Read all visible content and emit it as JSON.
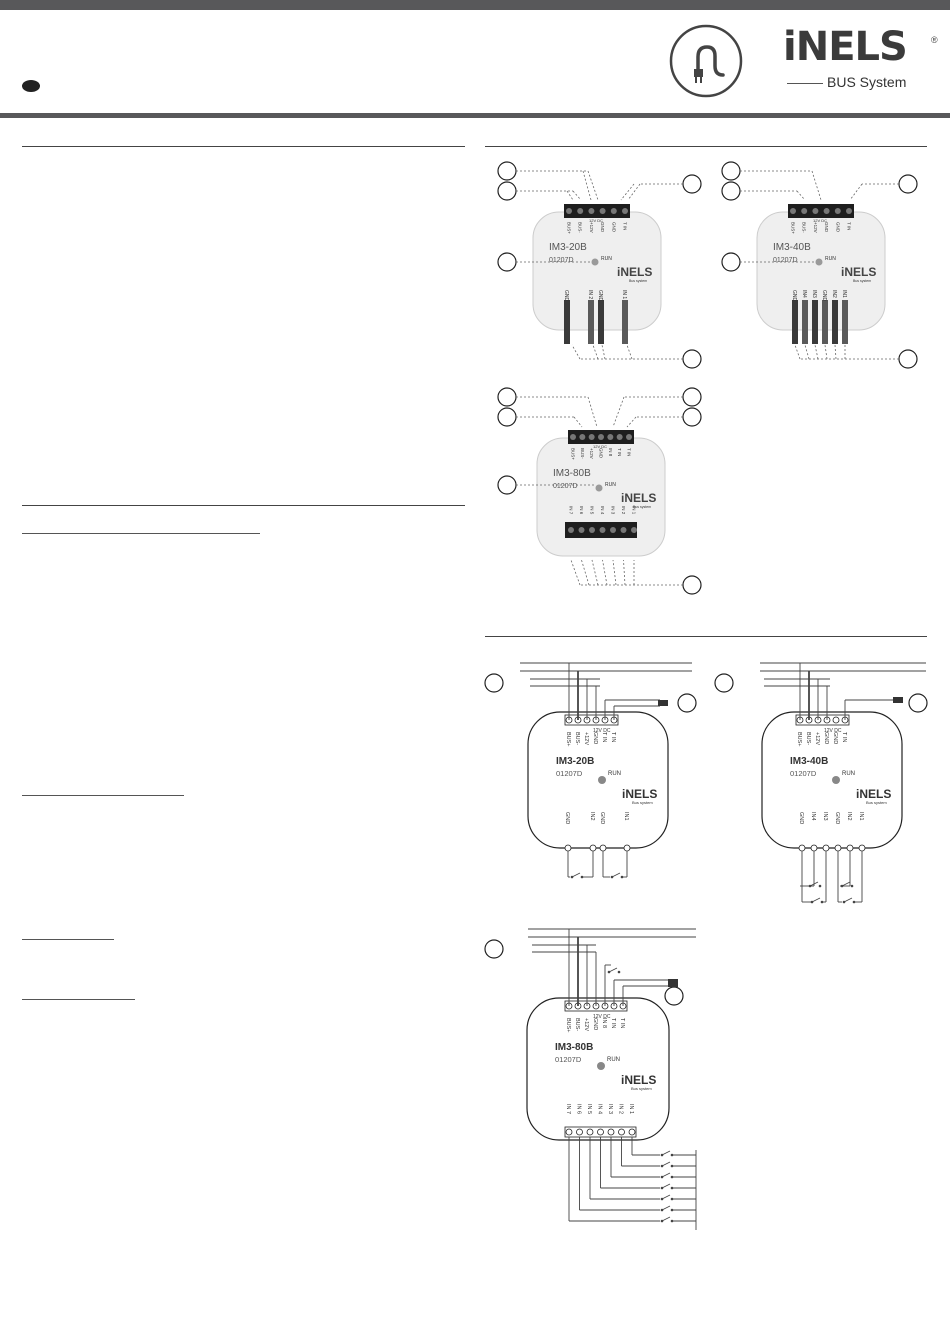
{
  "header": {
    "logo_word": "iNELS",
    "logo_registered": "®",
    "logo_subtitle": "BUS System"
  },
  "icons": {
    "language_dot": "filled-circle",
    "plug": "plug-in-circle-icon"
  },
  "devices": [
    {
      "model": "IM3-20B",
      "code": "01207D",
      "led_label": "RUN",
      "brand": "iNELS",
      "brand_sub": "Bus system",
      "top_terminals": [
        "BUS+",
        "BUS-",
        "+12V",
        "GND",
        "GND",
        "T IN"
      ],
      "top_group_label": "12V DC",
      "bottom_wires": [
        "GND",
        "IN 2",
        "GND",
        "IN 1"
      ]
    },
    {
      "model": "IM3-40B",
      "code": "01207D",
      "led_label": "RUN",
      "brand": "iNELS",
      "brand_sub": "Bus system",
      "top_terminals": [
        "BUS+",
        "BUS-",
        "+12V",
        "GND",
        "GND",
        "T IN"
      ],
      "top_group_label": "12V DC",
      "bottom_wires": [
        "GND",
        "IN4",
        "IN3",
        "GND",
        "IN2",
        "IN1"
      ]
    },
    {
      "model": "IM3-80B",
      "code": "01207D",
      "led_label": "RUN",
      "brand": "iNELS",
      "brand_sub": "Bus system",
      "top_terminals": [
        "BUS+",
        "BUS-",
        "+12V",
        "GND",
        "IN 8",
        "T IN",
        "T IN"
      ],
      "top_group_label": "12V DC",
      "bottom_terminals": [
        "IN 7",
        "IN 6",
        "IN 5",
        "IN 4",
        "IN 3",
        "IN 2",
        "IN 1"
      ]
    }
  ],
  "wiring": [
    {
      "model": "IM3-20B",
      "code": "01207D",
      "led_label": "RUN",
      "brand": "iNELS",
      "brand_sub": "Bus system",
      "top_terminals": [
        "BUS+",
        "BUS-",
        "+12V",
        "GND",
        "T IN",
        "T IN"
      ],
      "top_group_label": "12V DC",
      "bottom_terminals": [
        "GND",
        "IN2",
        "GND",
        "IN1"
      ]
    },
    {
      "model": "IM3-40B",
      "code": "01207D",
      "led_label": "RUN",
      "brand": "iNELS",
      "brand_sub": "Bus system",
      "top_terminals": [
        "BUS+",
        "BUS-",
        "+12V",
        "GND",
        "GND",
        "T IN"
      ],
      "top_group_label": "12V DC",
      "bottom_terminals": [
        "GND",
        "IN4",
        "IN3",
        "GND",
        "IN2",
        "IN1"
      ]
    },
    {
      "model": "IM3-80B",
      "code": "01207D",
      "led_label": "RUN",
      "brand": "iNELS",
      "brand_sub": "Bus system",
      "top_terminals": [
        "BUS+",
        "BUS-",
        "+12V",
        "GND",
        "IN 8",
        "T IN",
        "T IN"
      ],
      "top_group_label": "12V DC",
      "bottom_terminals": [
        "IN 7",
        "IN 6",
        "IN 5",
        "IN 4",
        "IN 3",
        "IN 2",
        "IN 1"
      ]
    }
  ]
}
